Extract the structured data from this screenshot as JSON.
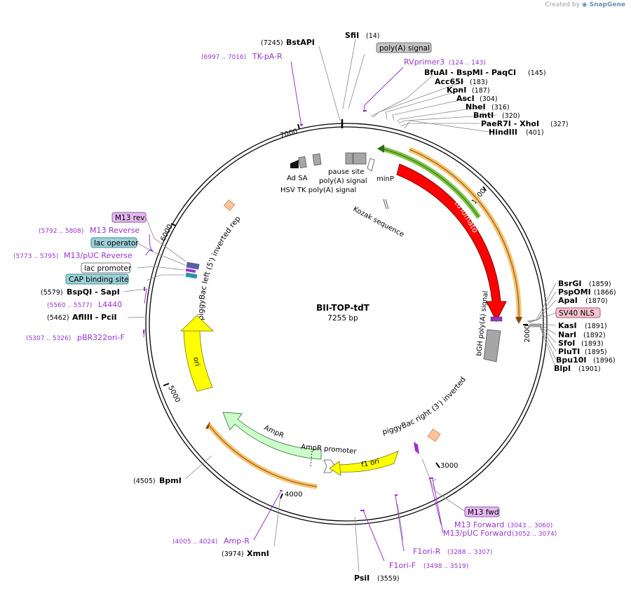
{
  "credit": {
    "prefix": "Created by",
    "brand": "SnapGene"
  },
  "plasmid": {
    "name": "BII-TOP-tdT",
    "length": "7255 bp"
  },
  "colors": {
    "ring": "#000000",
    "tdtomato": "#ff0000",
    "ampr": "#ccffcc",
    "ori_f1": "#ffff00",
    "grey_feature": "#a6a6a6",
    "gold_arrow": "#f5c26b",
    "green_arrow": "#7dc242",
    "primer": "#9933cc",
    "site": "#000000",
    "tag_purple": "#e6b8f0",
    "tag_teal": "#9ed0d8",
    "tag_pink": "#f4c2cf",
    "repeat": "#ffc299"
  },
  "ring_ticks": [
    "1000",
    "2000",
    "3000",
    "4000",
    "5000",
    "6000",
    "7000"
  ],
  "features": {
    "tdtomato": "tdTomato",
    "bgh": "bGH poly(A) signal",
    "kozak": "Kozak sequence",
    "minp": "minP",
    "pause": "pause site",
    "polyA_top": "poly(A) signal",
    "hsv": "HSV TK poly(A) signal",
    "adsa": "Ad SA",
    "pb_left": "piggyBac left (5') inverted repeat",
    "pb_right": "piggyBac right (3') inverted repeat",
    "ori": "ori",
    "ampr": "AmpR",
    "ampr_promoter": "AmpR promoter",
    "f1_ori": "f1 ori"
  },
  "tags": {
    "polyA": "poly(A) signal",
    "m13rev": "M13 rev",
    "lac_operator": "lac operator",
    "lac_promoter": "lac promoter",
    "cap": "CAP binding site",
    "sv40": "SV40 NLS",
    "m13fwd": "M13 fwd"
  },
  "sites": {
    "bstapi": {
      "name": "BstAPI",
      "pos": "(7245)"
    },
    "sfii": {
      "name": "SfiI",
      "pos": "(14)"
    },
    "bfuai": {
      "name": "BfuAI - BspMI - PaqCI",
      "pos": "(145)"
    },
    "acc65i": {
      "name": "Acc65I",
      "pos": "(183)"
    },
    "kpni": {
      "name": "KpnI",
      "pos": "(187)"
    },
    "asci": {
      "name": "AscI",
      "pos": "(304)"
    },
    "nhei": {
      "name": "NheI",
      "pos": "(316)"
    },
    "bmti": {
      "name": "BmtI",
      "pos": "(320)"
    },
    "paer7i": {
      "name": "PaeR7I - XhoI",
      "pos": "(327)"
    },
    "hindiii": {
      "name": "HindIII",
      "pos": "(401)"
    },
    "bsrgi": {
      "name": "BsrGI",
      "pos": "(1859)"
    },
    "pspomi": {
      "name": "PspOMI",
      "pos": "(1866)"
    },
    "apai": {
      "name": "ApaI",
      "pos": "(1870)"
    },
    "nari_kas": {
      "name": "KasI",
      "pos": "(1891)"
    },
    "nari": {
      "name": "NarI",
      "pos": "(1892)"
    },
    "sfoi": {
      "name": "SfoI",
      "pos": "(1893)"
    },
    "pluti": {
      "name": "PluTI",
      "pos": "(1895)"
    },
    "bpu10i": {
      "name": "Bpu10I",
      "pos": "(1896)"
    },
    "blpi": {
      "name": "BlpI",
      "pos": "(1901)"
    },
    "psii": {
      "name": "PsiI",
      "pos": "(3559)"
    },
    "xmni": {
      "name": "XmnI",
      "pos": "(3974)"
    },
    "bpmi": {
      "name": "BpmI",
      "pos": "(4505)"
    },
    "afliii": {
      "name": "AflIII - PciI",
      "pos": "(5462)"
    },
    "bspqi": {
      "name": "BspQI - SapI",
      "pos": "(5579)"
    }
  },
  "primers": {
    "tkpar": {
      "name": "TK-pA-R",
      "range": "(6997 .. 7016)"
    },
    "rvprimer3": {
      "name": "RVprimer3",
      "range": "(124 .. 143)"
    },
    "m13reverse": {
      "name": "M13 Reverse",
      "range": "(5792 .. 5808)"
    },
    "m13puc_rev": {
      "name": "M13/pUC Reverse",
      "range": "(5773 .. 5795)"
    },
    "l4440": {
      "name": "L4440",
      "range": "(5560 .. 5577)"
    },
    "pbr322": {
      "name": "pBR322ori-F",
      "range": "(5307 .. 5326)"
    },
    "m13forward": {
      "name": "M13 Forward",
      "range": "(3043 .. 3060)"
    },
    "m13puc_fwd": {
      "name": "M13/pUC Forward",
      "range": "(3052 .. 3074)"
    },
    "f1orir": {
      "name": "F1ori-R",
      "range": "(3288 .. 3307)"
    },
    "f1orif": {
      "name": "F1ori-F",
      "range": "(3498 .. 3519)"
    },
    "ampr_primer": {
      "name": "Amp-R",
      "range": "(4005 .. 4024)"
    }
  }
}
